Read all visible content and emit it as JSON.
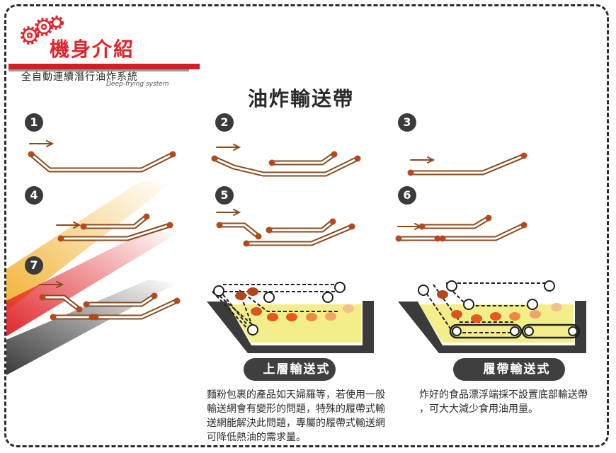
{
  "brand": {
    "title": "機身介紹",
    "subtitle": "全自動連續潛行油炸系統",
    "subtitle_en": "Deep-frying system"
  },
  "main_title": "油炸輸送帶",
  "steps": [
    "1",
    "2",
    "3",
    "4",
    "5",
    "6",
    "7"
  ],
  "labels": {
    "upper": "上層輸送式",
    "track": "履帶輸送式"
  },
  "descriptions": {
    "upper": [
      "麵粉包裹的產品如天婦羅等，若使用一般",
      "輸送網會有變形的問題，特殊的履帶式輸",
      "送網能解決此問題，專屬的履帶式輸送網",
      "可降低熱油的需求量。"
    ],
    "track": [
      "炸好的食品漂浮端採不設置底部輸送帶",
      "，可大大減少食用油用量。"
    ]
  },
  "colors": {
    "brand_red": "#e0242b",
    "belt_brown": "#8a4a1c",
    "roller": "#b34a1d",
    "oil": "#f3ee8a",
    "dark": "#3f3f3f"
  }
}
